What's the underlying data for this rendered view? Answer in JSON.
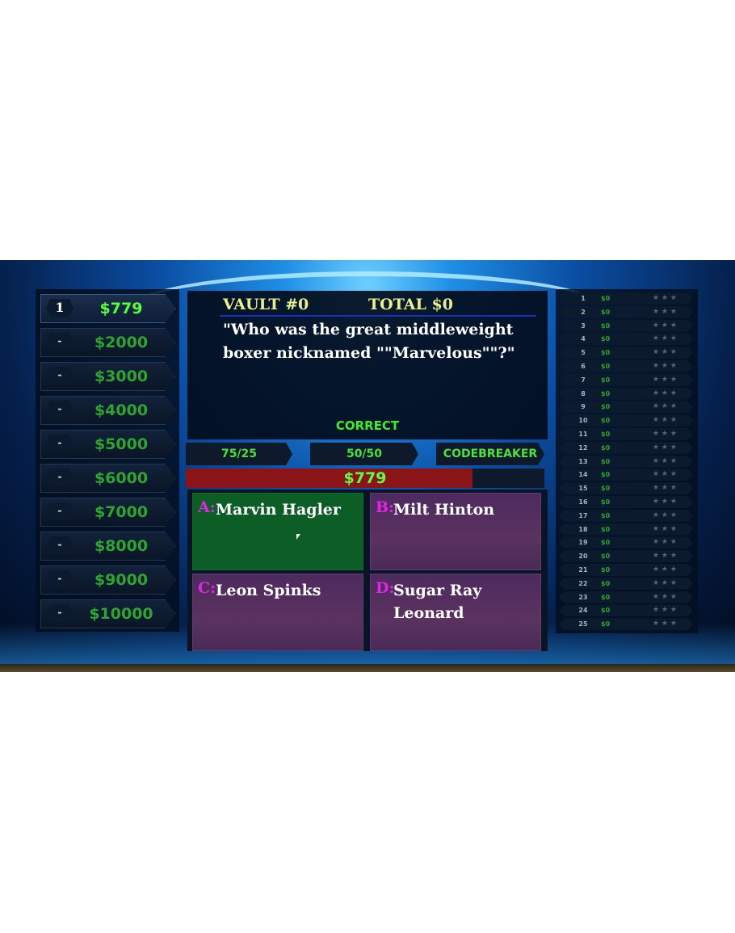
{
  "ladder": [
    {
      "num": "1",
      "amount": "$779",
      "active": true
    },
    {
      "num": "-",
      "amount": "$2000"
    },
    {
      "num": "-",
      "amount": "$3000"
    },
    {
      "num": "-",
      "amount": "$4000"
    },
    {
      "num": "-",
      "amount": "$5000"
    },
    {
      "num": "-",
      "amount": "$6000"
    },
    {
      "num": "-",
      "amount": "$7000"
    },
    {
      "num": "-",
      "amount": "$8000"
    },
    {
      "num": "-",
      "amount": "$9000"
    },
    {
      "num": "-",
      "amount": "$10000"
    }
  ],
  "question": {
    "vault": "VAULT #0",
    "total": "TOTAL $0",
    "text": "\"Who was the great middleweight boxer nicknamed \"\"Marvelous\"\"?\"",
    "status": "CORRECT"
  },
  "lifelines": [
    "75/25",
    "50/50",
    "CODEBREAKER"
  ],
  "winnings": "$779",
  "winnings_fill_fraction": 0.8,
  "answers": [
    {
      "letter": "A:",
      "text": "Marvin Hagler",
      "selected": true
    },
    {
      "letter": "B:",
      "text": "Milt Hinton",
      "selected": false
    },
    {
      "letter": "C:",
      "text": "Leon Spinks",
      "selected": false
    },
    {
      "letter": "D:",
      "text": "Sugar Ray Leonard",
      "selected": false
    }
  ],
  "players": {
    "count": 25,
    "amount": "$0",
    "stars": "★ ★ ★"
  },
  "colors": {
    "money_active": "#58ff3a",
    "money": "#2fa52f",
    "header": "#e8f08a",
    "answer_selected": "#0d5e26",
    "answer_default": "#5b325f",
    "letter": "#e025e6",
    "winbar": "#8b1418"
  }
}
